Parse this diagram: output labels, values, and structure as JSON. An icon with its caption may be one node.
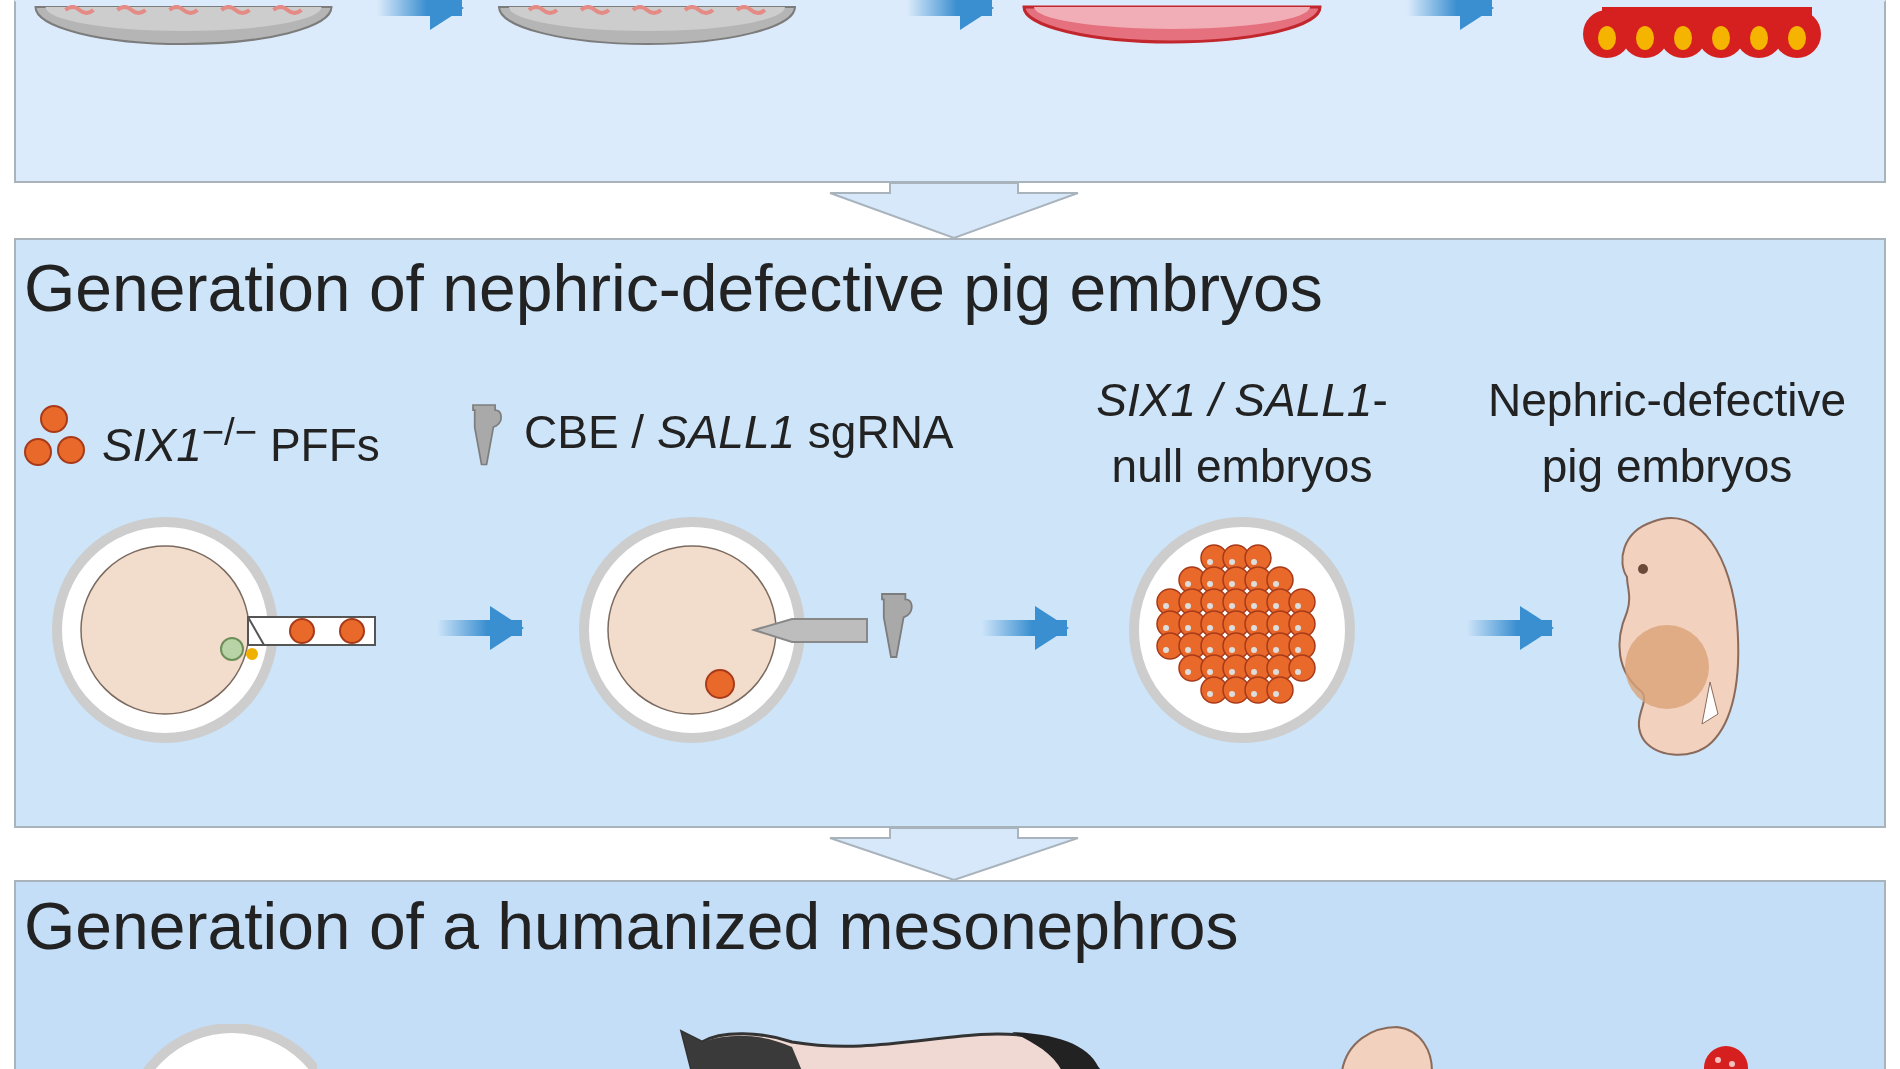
{
  "diagram": {
    "nodes": [
      {
        "text": [],
        "shape": "box"
      },
      {
        "text": [],
        "shape": "picture",
        "in": 0
      },
      {
        "text": [],
        "shape": "picture",
        "in": 0
      },
      {
        "text": [],
        "shape": "picture",
        "in": 0
      },
      {
        "text": [],
        "shape": "picture",
        "in": 0
      },
      {
        "text": [
          "Generation of nephric-defective pig embryos"
        ]
      },
      {
        "text": [],
        "shape": "picture",
        "in": 5,
        "beside": [
          "*SIX1*$^{−/−}$ PFFs"
        ]
      },
      {
        "text": [],
        "shape": "picture",
        "in": 5,
        "beside": [
          "CBE / *SALL1* sgRNA"
        ]
      },
      {
        "text": [],
        "shape": "picture",
        "in": 5,
        "beside": [
          "*SIX1 / SALL1*-null embryos"
        ]
      },
      {
        "text": [],
        "shape": "picture",
        "in": 5,
        "beside": [
          "Nephric-defective pig embryos"
        ]
      },
      {
        "text": [
          "Generation of a humanized mesonephros"
        ]
      }
    ],
    "edges": [
      {
        "from": 1,
        "to": 2,
        "arrow": "to"
      },
      {
        "from": 2,
        "to": 3,
        "arrow": "to"
      },
      {
        "from": 3,
        "to": 4,
        "arrow": "to"
      },
      {
        "from": 0,
        "to": 5,
        "arrow": "to"
      },
      {
        "from": 6,
        "to": 7,
        "arrow": "to"
      },
      {
        "from": 7,
        "to": 8,
        "arrow": "to"
      },
      {
        "from": 8,
        "to": 9,
        "arrow": "to"
      },
      {
        "from": 5,
        "to": 10,
        "arrow": "to"
      }
    ]
  }
}
